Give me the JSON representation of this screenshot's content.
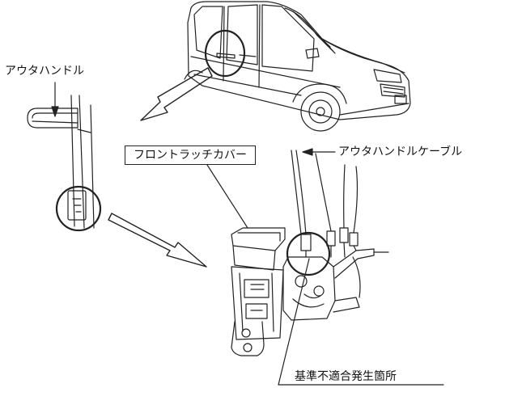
{
  "labels": {
    "outer_handle": "アウタハンドル",
    "outer_handle_cable": "アウタハンドルケーブル",
    "front_latch_cover": "フロントラッチカバー",
    "defect_location": "基準不適合発生箇所"
  }
}
